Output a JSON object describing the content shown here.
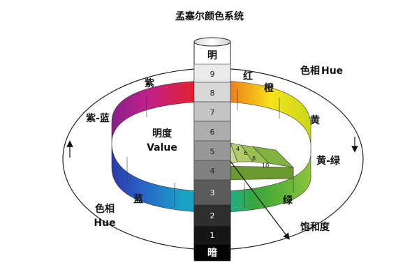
{
  "title": "孟塞尔颜色系统",
  "value_axis": {
    "top_label": "明",
    "bottom_label": "暗",
    "levels": [
      "9",
      "8",
      "7",
      "6",
      "5",
      "4",
      "3",
      "2",
      "1"
    ],
    "name_cn": "明度",
    "name_en": "Value"
  },
  "hue_ring": {
    "hue_label_cn": "色相",
    "hue_label_en": "Hue",
    "hues": [
      "红",
      "橙",
      "黄",
      "黄-绿",
      "绿",
      "蓝",
      "紫-蓝",
      "紫"
    ]
  },
  "chroma": {
    "label": "饱和度",
    "steps": [
      "4",
      "6",
      "8",
      "10"
    ]
  },
  "colors": {
    "red": "#e8231f",
    "orange": "#f08a18",
    "yellow": "#f6e21a",
    "yellowgreen": "#8fc43a",
    "green": "#3aa63a",
    "cyan": "#1aa0c8",
    "blue": "#2a62c8",
    "purple": "#6a2a9a",
    "magenta": "#c0208a"
  }
}
